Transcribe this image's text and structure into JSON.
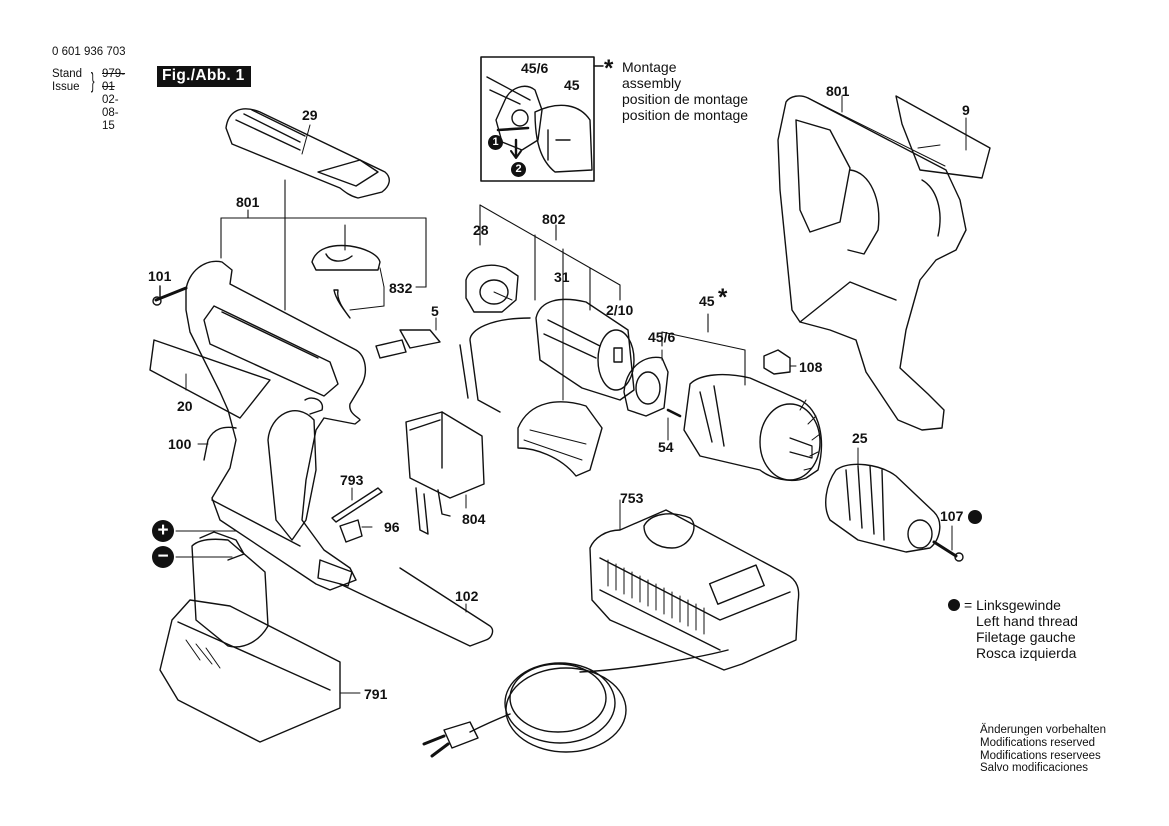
{
  "header": {
    "document_number": "0 601 936 703",
    "stand_label": "Stand",
    "issue_label": "Issue",
    "stand_value": "979-01",
    "issue_value": "02-08-15",
    "figure_label": "Fig./Abb. 1"
  },
  "assembly_note": {
    "symbol": "*",
    "lines": [
      "Montage",
      "assembly",
      "position de montage",
      "position de montage"
    ],
    "inset_labels": {
      "part_a": "45/6",
      "part_b": "45",
      "step_1": "1",
      "step_2": "2"
    }
  },
  "thread_note": {
    "lines": [
      "= Linksgewinde",
      "Left hand thread",
      "Filetage gauche",
      "Rosca izquierda"
    ]
  },
  "modifications_note": {
    "lines": [
      "Änderungen vorbehalten",
      "Modifications reserved",
      "Modifications reservees",
      "Salvo modificaciones"
    ]
  },
  "battery_terminals": {
    "plus": "+",
    "minus": "−"
  },
  "part_labels": {
    "p29": "29",
    "p801_left": "801",
    "p801_right": "801",
    "p9": "9",
    "p101": "101",
    "p832": "832",
    "p5": "5",
    "p20": "20",
    "p100": "100",
    "p793": "793",
    "p96": "96",
    "p804": "804",
    "p102": "102",
    "p791": "791",
    "p28": "28",
    "p802": "802",
    "p31": "31",
    "p2_10": "2/10",
    "p45_6": "45/6",
    "p45": "45",
    "p45_star": "*",
    "p54": "54",
    "p108": "108",
    "p25": "25",
    "p107": "107",
    "p753": "753"
  }
}
